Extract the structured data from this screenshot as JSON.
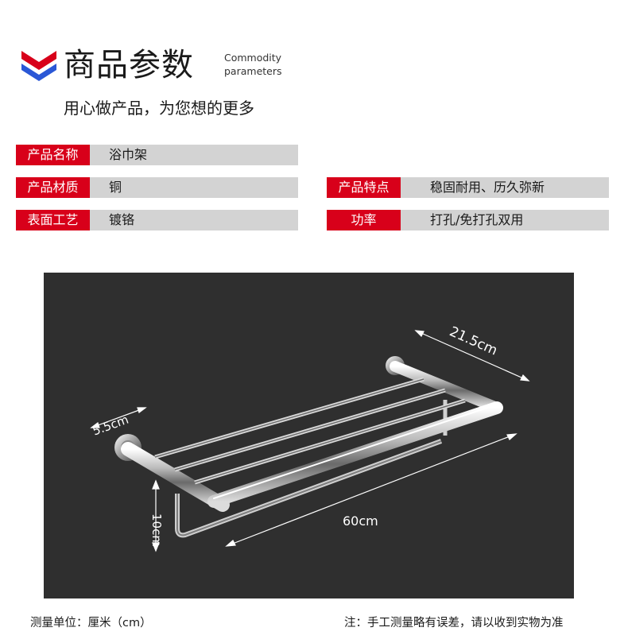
{
  "header": {
    "title_cn": "商品参数",
    "title_en_line1": "Commodity",
    "title_en_line2": "parameters",
    "subtitle": "用心做产品，为您想的更多"
  },
  "specs": {
    "name": {
      "label": "产品名称",
      "value": "浴巾架"
    },
    "material": {
      "label": "产品材质",
      "value": "铜"
    },
    "feature": {
      "label": "产品特点",
      "value": "稳固耐用、历久弥新"
    },
    "surface": {
      "label": "表面工艺",
      "value": "镀铬"
    },
    "function": {
      "label": "功率",
      "value": "打孔/免打孔双用"
    }
  },
  "dimensions": {
    "depth": "21.5cm",
    "post": "5.5cm",
    "height": "10cm",
    "width": "60cm"
  },
  "footer": {
    "unit_note": "测量单位：厘米（cm）",
    "disclaimer": "注：手工测量略有误差，请以收到实物为准"
  },
  "colors": {
    "accent_red": "#d8001a",
    "logo_blue": "#2a57d6",
    "photo_bg": "#2f2f2f"
  }
}
